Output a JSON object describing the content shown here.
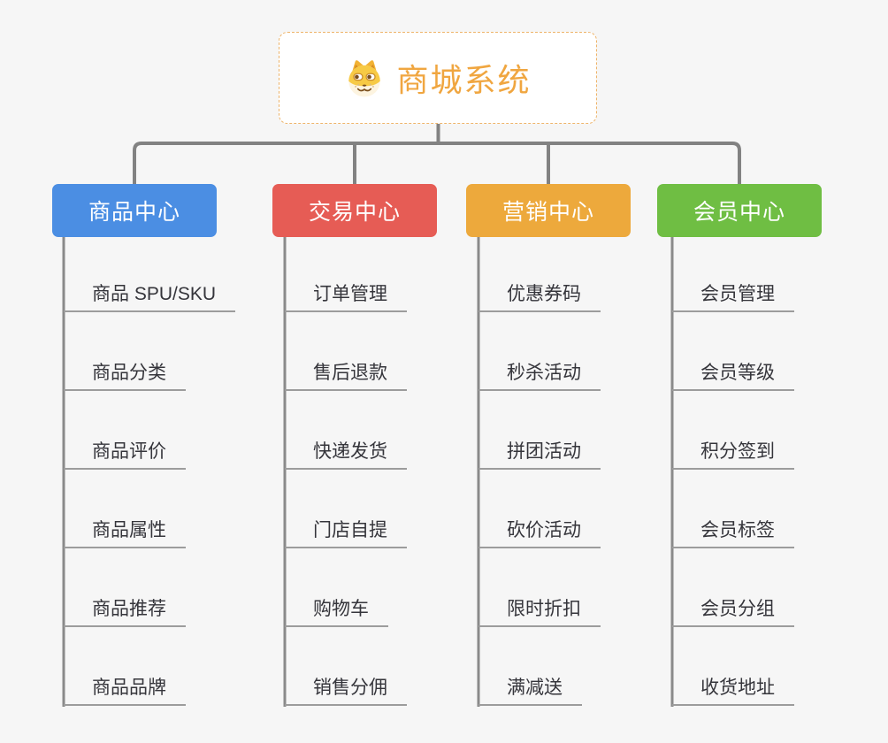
{
  "root": {
    "label": "商城系统",
    "icon": "dog-face-icon"
  },
  "branches": [
    {
      "label": "商品中心",
      "color": "#4b8ee3",
      "children": [
        "商品 SPU/SKU",
        "商品分类",
        "商品评价",
        "商品属性",
        "商品推荐",
        "商品品牌"
      ]
    },
    {
      "label": "交易中心",
      "color": "#e65c55",
      "children": [
        "订单管理",
        "售后退款",
        "快递发货",
        "门店自提",
        "购物车",
        "销售分佣"
      ]
    },
    {
      "label": "营销中心",
      "color": "#eda93c",
      "children": [
        "优惠券码",
        "秒杀活动",
        "拼团活动",
        "砍价活动",
        "限时折扣",
        "满减送"
      ]
    },
    {
      "label": "会员中心",
      "color": "#6fbe43",
      "children": [
        "会员管理",
        "会员等级",
        "积分签到",
        "会员标签",
        "会员分组",
        "收货地址"
      ]
    }
  ],
  "colors": {
    "background": "#f6f6f6",
    "root_text": "#f0a640",
    "root_border": "#eeb46a",
    "connector": "#828282",
    "spine": "#8a8a8a",
    "underline": "#9c9c9c",
    "leaf_text": "#35353b",
    "branch_text": "#ffffff"
  }
}
